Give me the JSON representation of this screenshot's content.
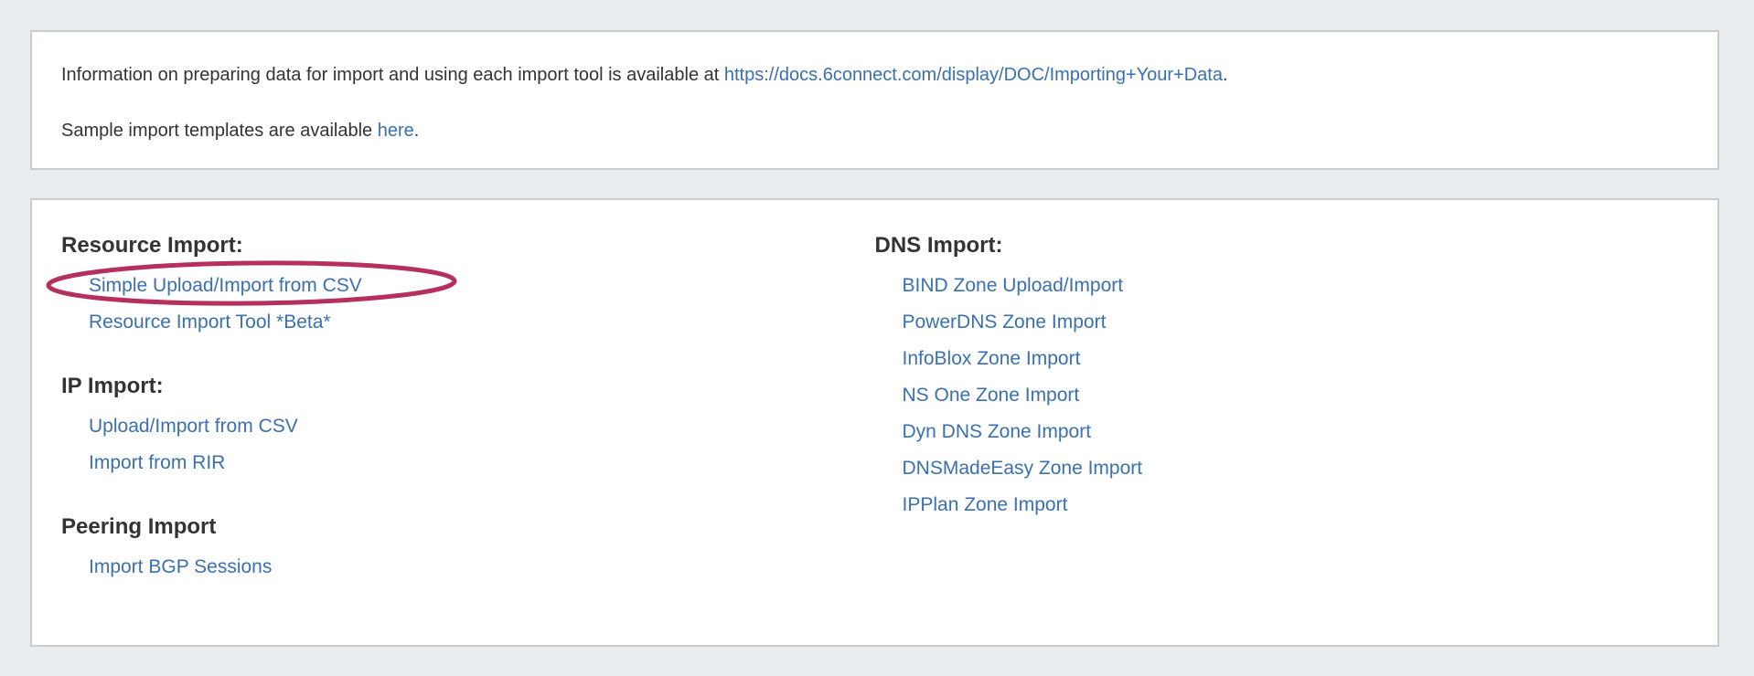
{
  "colors": {
    "page_bg": "#e9edf0",
    "panel_bg": "#ffffff",
    "panel_border": "#c9cbcd",
    "text": "#333333",
    "link": "#3a70b0",
    "annotation": "#b5305e"
  },
  "info": {
    "line1": {
      "before": "Information on preparing data for import and using each import tool is available at ",
      "link": "https://docs.6connect.com/display/DOC/Importing+Your+Data",
      "after": "."
    },
    "line2": {
      "before": "Sample import templates are available ",
      "link": "here",
      "after": "."
    }
  },
  "imports": {
    "left": [
      {
        "heading": "Resource Import:",
        "links": [
          "Simple Upload/Import from CSV",
          "Resource Import Tool *Beta*"
        ]
      },
      {
        "heading": "IP Import:",
        "links": [
          "Upload/Import from CSV",
          "Import from RIR"
        ]
      },
      {
        "heading": "Peering Import",
        "links": [
          "Import BGP Sessions"
        ]
      }
    ],
    "right": [
      {
        "heading": "DNS Import:",
        "links": [
          "BIND Zone Upload/Import",
          "PowerDNS Zone Import",
          "InfoBlox Zone Import",
          "NS One Zone Import",
          "Dyn DNS Zone Import",
          "DNSMadeEasy Zone Import",
          "IPPlan Zone Import"
        ]
      }
    ],
    "annotation": {
      "shape": "ellipse",
      "target": "Simple Upload/Import from CSV",
      "color": "#b5305e"
    }
  }
}
